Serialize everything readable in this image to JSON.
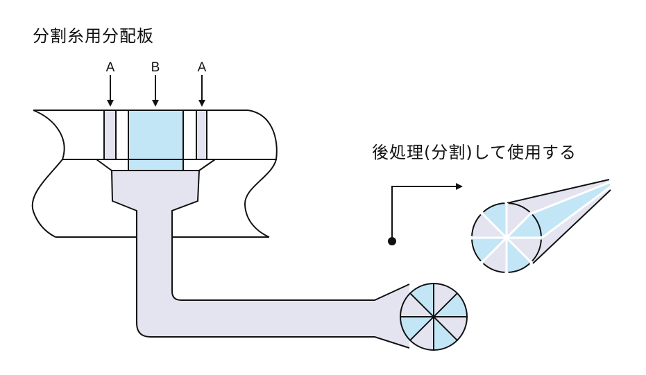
{
  "title": "分割糸用分配板",
  "caption": "後処理(分割)して使用する",
  "labels": {
    "hole_a_left": "A",
    "hole_b": "B",
    "hole_a_right": "A"
  },
  "colors": {
    "fiber_grey": "#e3e4f0",
    "fiber_blue": "#c3e6f7",
    "outline": "#111111"
  },
  "cross_section": {
    "segments": 8,
    "pattern": [
      "grey",
      "blue",
      "grey",
      "blue",
      "grey",
      "blue",
      "grey",
      "blue"
    ]
  }
}
